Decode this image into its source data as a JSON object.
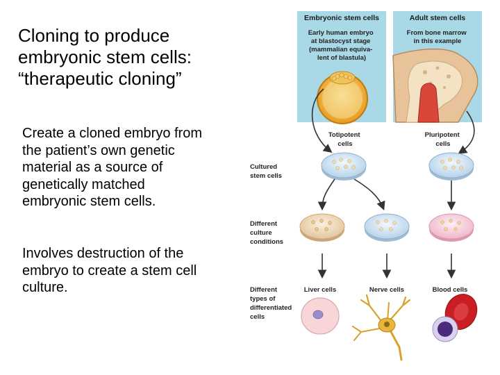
{
  "slide": {
    "title": "Cloning to produce\nembryonic stem cells:\n“therapeutic cloning”",
    "paragraph1": "Create a cloned embryo from\nthe patient’s own genetic\nmaterial as a source of\ngenetically matched\nembryonic stem cells.",
    "paragraph2": "Involves destruction of the\nembryo to create a stem cell\nculture."
  },
  "figure": {
    "panel_embryonic": {
      "header": "Embryonic stem cells",
      "lines": [
        "Early human embryo",
        "at blastocyst stage",
        "(mammalian equiva-",
        "lent of blastula)"
      ]
    },
    "panel_adult": {
      "header": "Adult stem cells",
      "lines": [
        "From bone marrow",
        "in this example"
      ]
    },
    "totipotent": [
      "Totipotent",
      "cells"
    ],
    "pluripotent": [
      "Pluripotent",
      "cells"
    ],
    "row_labels": {
      "cultured": [
        "Cultured",
        "stem cells"
      ],
      "different_conditions": [
        "Different",
        "culture",
        "conditions"
      ],
      "differentiated": [
        "Different",
        "types of",
        "differentiated",
        "cells"
      ]
    },
    "cell_types": {
      "liver": "Liver cells",
      "nerve": "Nerve cells",
      "blood": "Blood cells"
    },
    "colors": {
      "panel_bg": "#a9d8e6",
      "dish_blue": "#d6e8f6",
      "dish_tan": "#efd9b8",
      "dish_pink": "#f6cfdb",
      "blastocyst": "#f2b232",
      "bone_marrow": "#d9473a",
      "blood_cell": "#c81e24",
      "nerve_cell": "#e8b63a"
    }
  }
}
